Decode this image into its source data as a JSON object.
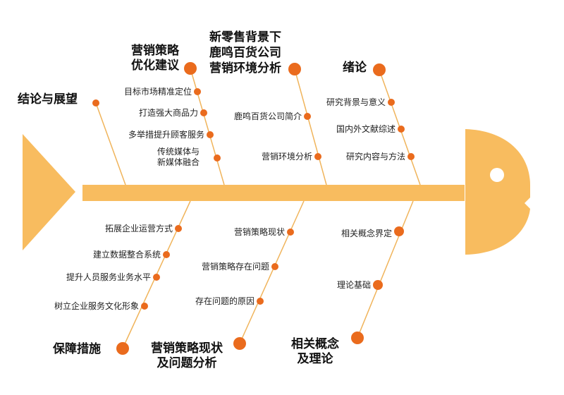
{
  "colors": {
    "spine": "#f8bc5f",
    "node": "#ea6b1d",
    "line": "#f0b45b"
  },
  "branches": {
    "conclusion": {
      "title": "结论与展望"
    },
    "optimize": {
      "title": "营销策略\n优化建议",
      "items": [
        "目标市场精准定位",
        "打造强大商品力",
        "多举措提升顾客服务",
        "传统媒体与\n新媒体融合"
      ]
    },
    "environment": {
      "title": "新零售背景下\n鹿鸣百货公司\n营销环境分析",
      "items": [
        "鹿鸣百货公司简介",
        "营销环境分析"
      ]
    },
    "intro": {
      "title": "绪论",
      "items": [
        "研究背景与意义",
        "国内外文献综述",
        "研究内容与方法"
      ]
    },
    "guarantee": {
      "title": "保障措施",
      "items": [
        "拓展企业运营方式",
        "建立数据整合系统",
        "提升人员服务业务水平",
        "树立企业服务文化形象"
      ]
    },
    "status": {
      "title": "营销策略现状\n及问题分析",
      "items": [
        "营销策略现状",
        "营销策略存在问题",
        "存在问题的原因"
      ]
    },
    "theory": {
      "title": "相关概念\n及理论",
      "items": [
        "相关概念界定",
        "理论基础"
      ]
    }
  }
}
